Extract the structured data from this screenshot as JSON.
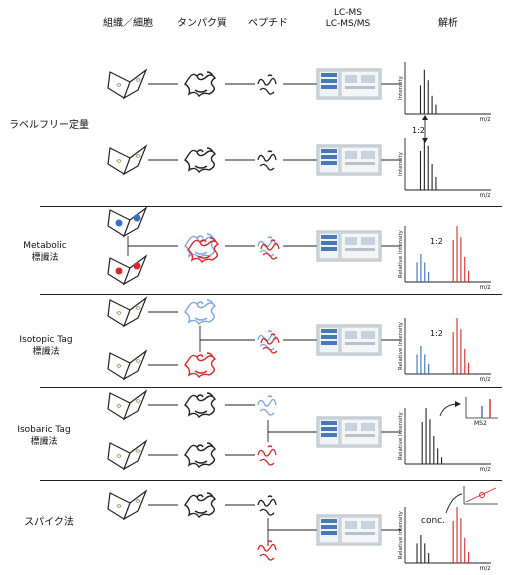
{
  "headers": {
    "tissue_cell": "組織／細胞",
    "protein": "タンパク質",
    "peptide": "ペプチド",
    "lcms_line1": "LC-MS",
    "lcms_line2": "LC-MS/MS",
    "analysis": "解析"
  },
  "rows": {
    "labelfree": {
      "label": "ラベルフリー定量",
      "ratio": "1:2"
    },
    "metabolic": {
      "label_line1": "Metabolic",
      "label_line2": "標識法",
      "ratio": "1:2"
    },
    "isotopic": {
      "label_line1": "Isotopic Tag",
      "label_line2": "標識法",
      "ratio": "1:2"
    },
    "isobaric": {
      "label_line1": "Isobaric Tag",
      "label_line2": "標識法",
      "inset_label": "MS2"
    },
    "spike": {
      "label": "スパイク法",
      "conc_label": "conc."
    }
  },
  "axis": {
    "intensity": "Intensity",
    "relative_intensity": "Relative Intensity",
    "mz": "m/z"
  },
  "colors": {
    "line": "#222222",
    "blue": "#3a6fc0",
    "light_blue": "#7ea6d8",
    "red": "#d42a2a",
    "cell_fill": "#ffffff",
    "cell_inner": "#8fa86a"
  }
}
